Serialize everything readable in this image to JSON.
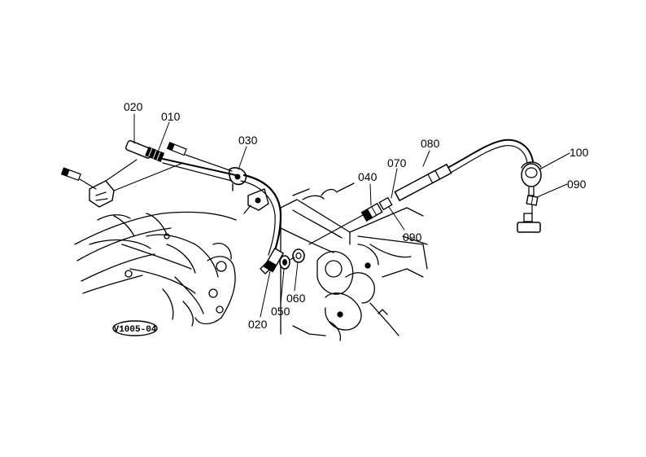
{
  "diagram": {
    "badge": "V1005-04",
    "labels": {
      "l020_top": "020",
      "l010": "010",
      "l030": "030",
      "l040": "040",
      "l070": "070",
      "l080": "080",
      "l100": "100",
      "l090_right": "090",
      "l090_mid": "090",
      "l020_bottom": "020",
      "l050": "050",
      "l060": "060"
    }
  }
}
